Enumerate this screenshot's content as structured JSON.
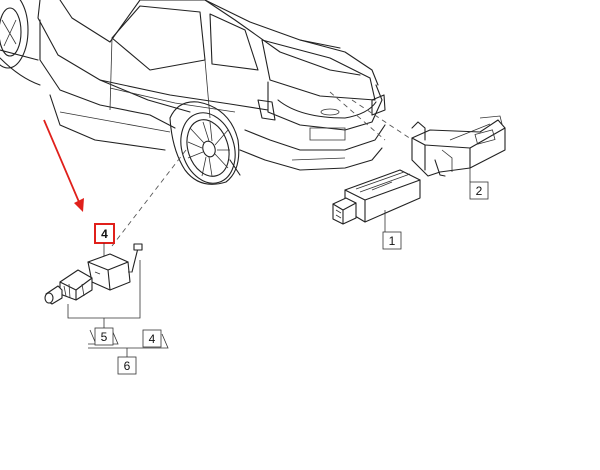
{
  "callouts": {
    "part_1": "1",
    "part_2": "2",
    "part_4_highlighted": "4",
    "part_4_bracket": "4",
    "part_5": "5",
    "part_6": "6"
  },
  "colors": {
    "highlight": "#e0201b",
    "arrow": "#e0201b",
    "line": "#222222",
    "background": "#ffffff"
  }
}
